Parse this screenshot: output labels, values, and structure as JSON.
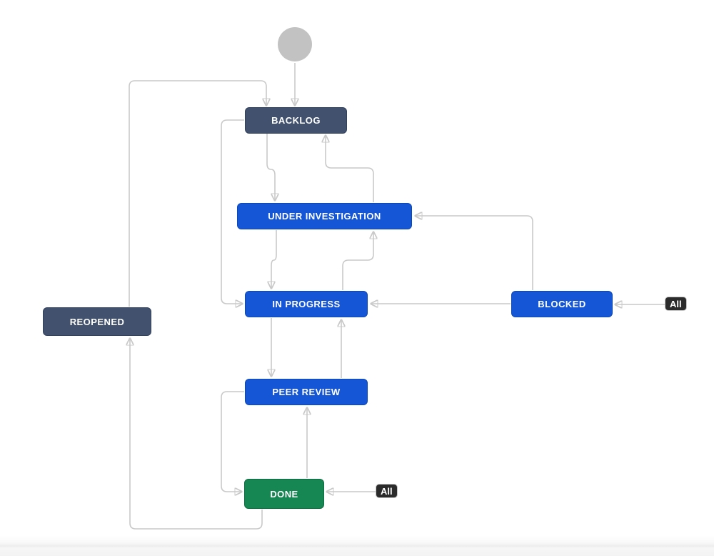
{
  "diagram": {
    "type": "workflow",
    "start_node": {
      "name": "start"
    },
    "nodes": [
      {
        "id": "backlog",
        "label": "BACKLOG",
        "color": "#42526E"
      },
      {
        "id": "under-investigation",
        "label": "UNDER INVESTIGATION",
        "color": "#1556D6"
      },
      {
        "id": "in-progress",
        "label": "IN PROGRESS",
        "color": "#1556D6"
      },
      {
        "id": "blocked",
        "label": "BLOCKED",
        "color": "#1556D6"
      },
      {
        "id": "reopened",
        "label": "REOPENED",
        "color": "#42526E"
      },
      {
        "id": "peer-review",
        "label": "PEER REVIEW",
        "color": "#1556D6"
      },
      {
        "id": "done",
        "label": "DONE",
        "color": "#168753"
      }
    ],
    "badges": [
      {
        "id": "all-to-blocked",
        "label": "All",
        "target": "blocked"
      },
      {
        "id": "all-to-done",
        "label": "All",
        "target": "done"
      }
    ],
    "transitions": [
      {
        "from": "(start)",
        "to": "BACKLOG"
      },
      {
        "from": "REOPENED",
        "to": "BACKLOG"
      },
      {
        "from": "BACKLOG",
        "to": "UNDER INVESTIGATION"
      },
      {
        "from": "BACKLOG",
        "to": "IN PROGRESS"
      },
      {
        "from": "UNDER INVESTIGATION",
        "to": "BACKLOG"
      },
      {
        "from": "UNDER INVESTIGATION",
        "to": "IN PROGRESS"
      },
      {
        "from": "IN PROGRESS",
        "to": "UNDER INVESTIGATION"
      },
      {
        "from": "IN PROGRESS",
        "to": "PEER REVIEW"
      },
      {
        "from": "PEER REVIEW",
        "to": "IN PROGRESS"
      },
      {
        "from": "PEER REVIEW",
        "to": "DONE"
      },
      {
        "from": "DONE",
        "to": "PEER REVIEW"
      },
      {
        "from": "DONE",
        "to": "REOPENED"
      },
      {
        "from": "BLOCKED",
        "to": "UNDER INVESTIGATION"
      },
      {
        "from": "BLOCKED",
        "to": "IN PROGRESS"
      },
      {
        "from": "All",
        "to": "BLOCKED"
      },
      {
        "from": "All",
        "to": "DONE"
      }
    ],
    "colors": {
      "background": "#FFFFFF",
      "edge_line": "#C9C9C9",
      "arrowhead": "#BEBEBE",
      "start_circle": "#C2C2C2",
      "todo_node": "#42526E",
      "in_progress_node": "#1556D6",
      "done_node": "#168753",
      "badge_background": "#2B2B2B",
      "badge_text": "#FFFFFF",
      "node_text": "#FFFFFF"
    }
  }
}
